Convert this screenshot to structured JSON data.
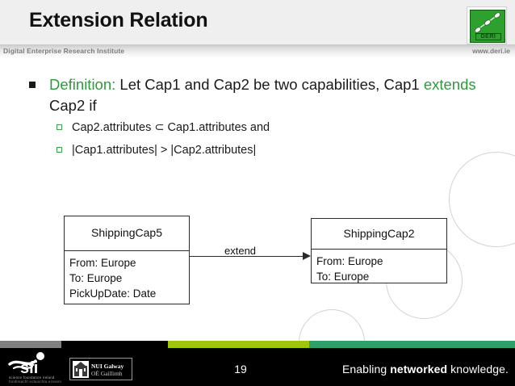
{
  "header": {
    "title": "Extension Relation",
    "institute": "Digital Enterprise Research Institute",
    "website": "www.deri.ie",
    "logo_word": "DERI",
    "logo_color": "#2ea02e"
  },
  "content": {
    "main_bullet": {
      "keyword1": "Definition:",
      "text1": " Let Cap1 and Cap2 be two capabilities, Cap1 ",
      "keyword2": "extends",
      "text2": " Cap2 if"
    },
    "sub_bullets": [
      "Cap2.attributes ⊂ Cap1.attributes and",
      "|Cap1.attributes| > |Cap2.attributes|"
    ],
    "accent_color": "#2e9a3e"
  },
  "diagram": {
    "left_class": {
      "name": "ShippingCap5",
      "attributes": "From: Europe\nTo: Europe\nPickUpDate: Date"
    },
    "right_class": {
      "name": "ShippingCap2",
      "attributes": "From: Europe\nTo: Europe"
    },
    "relation_label": "extend"
  },
  "footer": {
    "page_number": "19",
    "tagline_pre": "Enabling ",
    "tagline_bold": "networked",
    "tagline_post": " knowledge.",
    "sfi_name": "sfi",
    "sfi_tagline1": "science foundation ireland",
    "sfi_tagline2": "fondireacht eolaiochta eireann",
    "nui_line1": "NUI Galway",
    "nui_line2": "OÉ Gaillimh",
    "bar_colors": {
      "gray": "#808080",
      "black": "#000000",
      "lime": "#9fc40c",
      "teal": "#2e9e6b"
    }
  }
}
